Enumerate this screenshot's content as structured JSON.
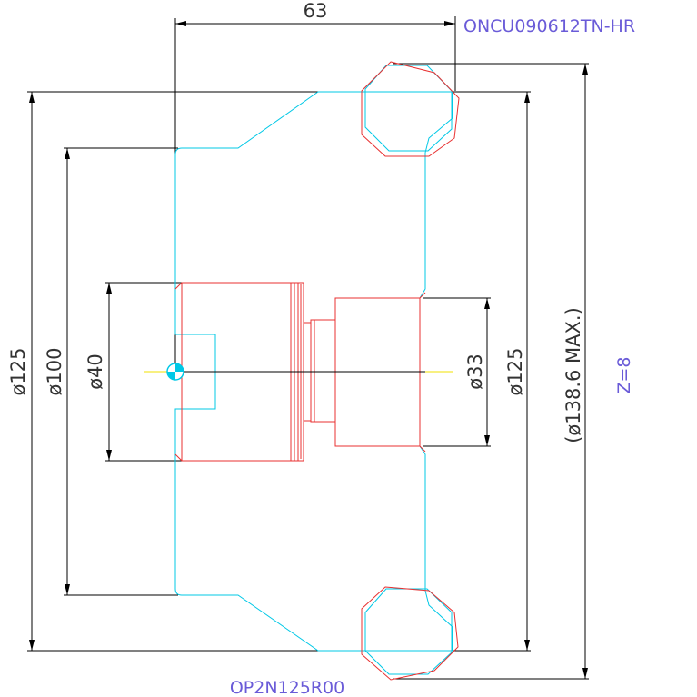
{
  "labels": {
    "insert_code": "ONCU090612TN-HR",
    "cutter_code": "OP2N125R00",
    "tooth_count": "Z=8"
  },
  "dimensions": {
    "width_top": "63",
    "dia_125_left": "ø125",
    "dia_100": "ø100",
    "dia_40": "ø40",
    "dia_33": "ø33",
    "dia_125_right": "ø125",
    "dia_max": "(ø138.6 MAX.)"
  },
  "colors": {
    "cutter_body": "#00c8e6",
    "spindle_arbor": "#e83030",
    "centerline": "#f2e200",
    "dimension_lines": "#000000",
    "code_text": "#6a5bd8"
  }
}
